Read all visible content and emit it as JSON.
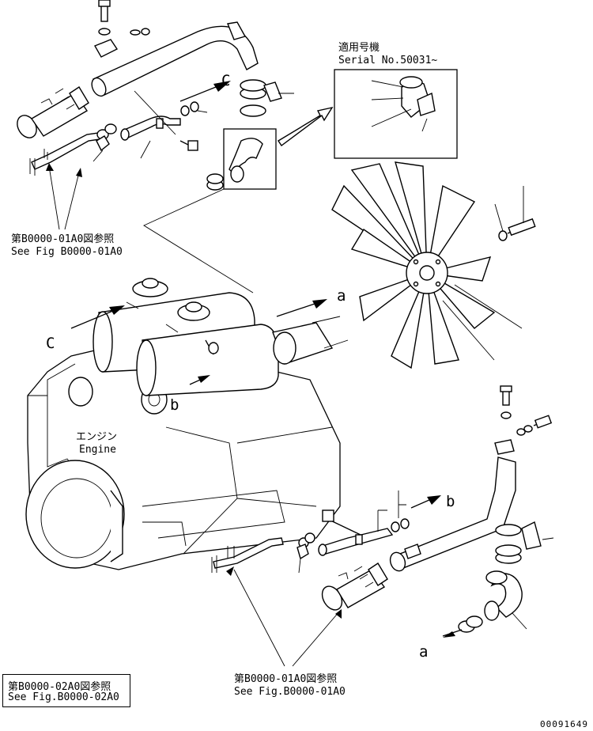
{
  "serial_note": {
    "jp": "適用号機",
    "en": "Serial No.50031~"
  },
  "fig_ref_top": {
    "jp": "第B0000-01A0図参照",
    "en": "See Fig B0000-01A0"
  },
  "fig_ref_bottom": {
    "jp": "第B0000-01A0図参照",
    "en": "See Fig.B0000-01A0"
  },
  "fig_ref_box": {
    "jp": "第B0000-02A0図参照",
    "en": "See Fig.B0000-02A0"
  },
  "engine_label": {
    "jp": "エンジン",
    "en": "Engine"
  },
  "callouts": {
    "a": "a",
    "b": "b",
    "c": "C"
  },
  "drawing_number": "00091649"
}
